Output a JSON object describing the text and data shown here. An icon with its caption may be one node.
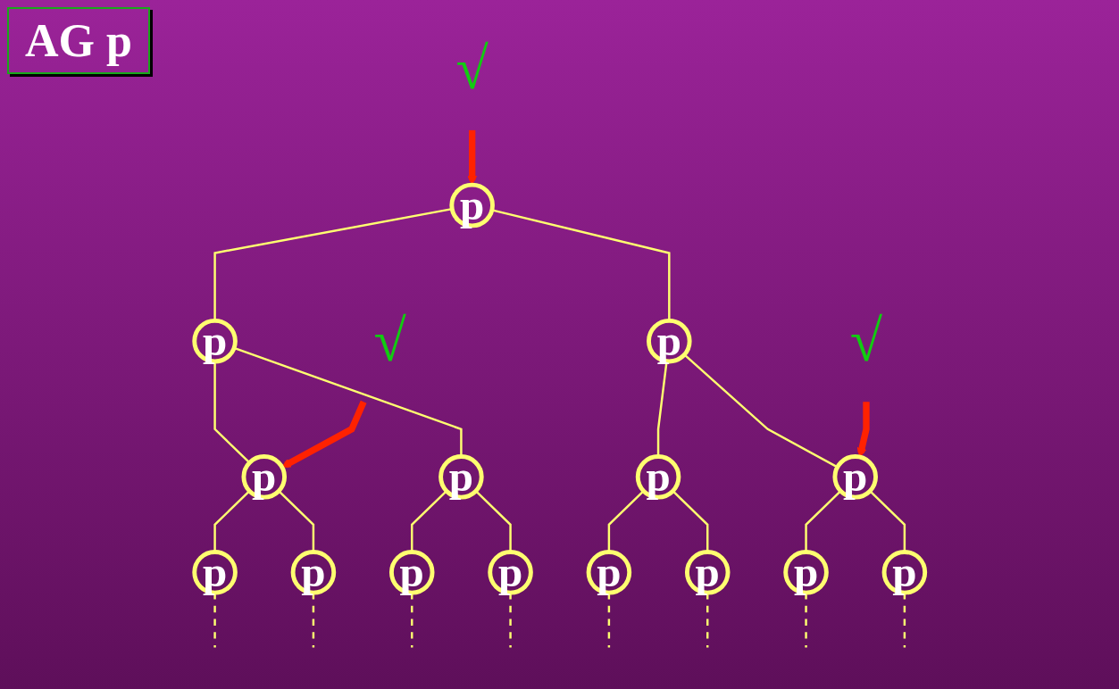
{
  "diagram": {
    "title": "AG p",
    "nodes": [
      {
        "text": [
          "√"
        ]
      },
      {
        "text": [
          "p"
        ]
      },
      {
        "text": [
          "p"
        ]
      },
      {
        "text": [
          "p"
        ]
      },
      {
        "text": [
          "√"
        ]
      },
      {
        "text": [
          "p"
        ]
      },
      {
        "text": [
          "p"
        ]
      },
      {
        "text": [
          "p"
        ]
      },
      {
        "text": [
          "√"
        ]
      },
      {
        "text": [
          "p"
        ]
      },
      {
        "text": [
          "p"
        ]
      },
      {
        "text": [
          "p"
        ]
      },
      {
        "text": [
          "p"
        ]
      },
      {
        "text": [
          "p"
        ]
      },
      {
        "text": [
          "p"
        ]
      },
      {
        "text": [
          "p"
        ]
      },
      {
        "text": [
          "p"
        ]
      },
      {
        "text": [
          "p"
        ]
      }
    ],
    "edges": [
      {
        "from": 1,
        "to": 2,
        "arrow": "none"
      },
      {
        "from": 1,
        "to": 3,
        "arrow": "none"
      },
      {
        "from": 2,
        "to": 5,
        "arrow": "none"
      },
      {
        "from": 2,
        "to": 6,
        "arrow": "none"
      },
      {
        "from": 3,
        "to": 7,
        "arrow": "none"
      },
      {
        "from": 3,
        "to": 9,
        "arrow": "none"
      },
      {
        "from": 5,
        "to": 10,
        "arrow": "none"
      },
      {
        "from": 5,
        "to": 11,
        "arrow": "none"
      },
      {
        "from": 6,
        "to": 12,
        "arrow": "none"
      },
      {
        "from": 6,
        "to": 13,
        "arrow": "none"
      },
      {
        "from": 7,
        "to": 14,
        "arrow": "none"
      },
      {
        "from": 7,
        "to": 15,
        "arrow": "none"
      },
      {
        "from": 9,
        "to": 16,
        "arrow": "none"
      },
      {
        "from": 9,
        "to": 17,
        "arrow": "none"
      },
      {
        "from": 10,
        "to": null,
        "arrow": "none",
        "style": "dashed"
      },
      {
        "from": 11,
        "to": null,
        "arrow": "none",
        "style": "dashed"
      },
      {
        "from": 12,
        "to": null,
        "arrow": "none",
        "style": "dashed"
      },
      {
        "from": 13,
        "to": null,
        "arrow": "none",
        "style": "dashed"
      },
      {
        "from": 14,
        "to": null,
        "arrow": "none",
        "style": "dashed"
      },
      {
        "from": 15,
        "to": null,
        "arrow": "none",
        "style": "dashed"
      },
      {
        "from": 16,
        "to": null,
        "arrow": "none",
        "style": "dashed"
      },
      {
        "from": 17,
        "to": null,
        "arrow": "none",
        "style": "dashed"
      },
      {
        "from": 0,
        "to": 1,
        "arrow": "to",
        "style": "thick",
        "color": "#ff2200"
      },
      {
        "from": 4,
        "to": 5,
        "arrow": "to",
        "style": "thick",
        "color": "#ff2200"
      },
      {
        "from": 8,
        "to": 9,
        "arrow": "to",
        "style": "thick",
        "color": "#ff2200"
      }
    ]
  }
}
